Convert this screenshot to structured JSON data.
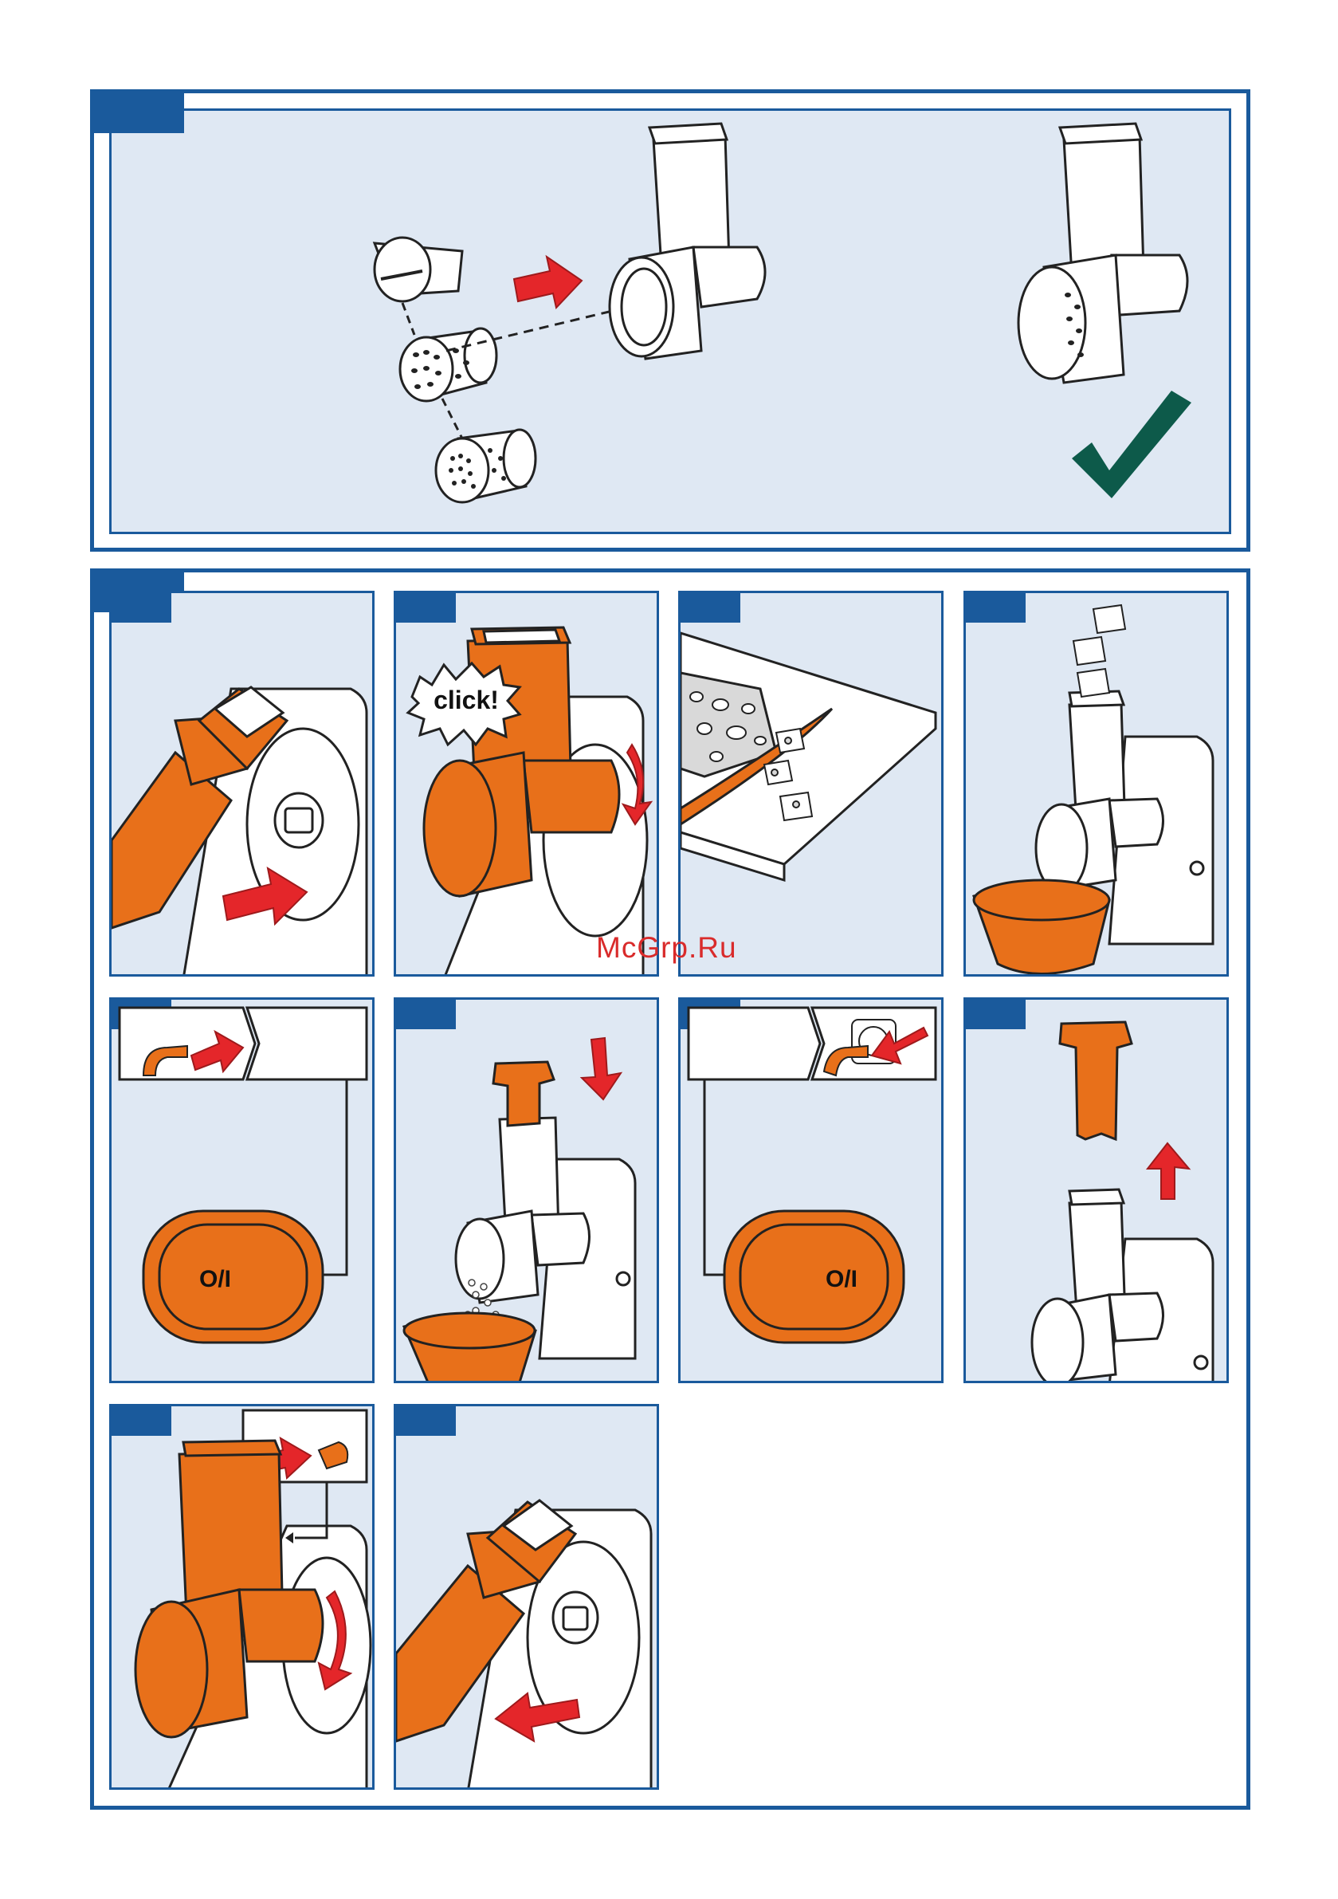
{
  "watermark": "McGrp.Ru",
  "click_label": "click!",
  "switch_label": "O/I",
  "colors": {
    "frame_blue": "#1a5a9c",
    "panel_bg": "#dfe8f3",
    "orange": "#e8701a",
    "arrow_red": "#e4262a",
    "check_green": "#0d5a4a"
  }
}
